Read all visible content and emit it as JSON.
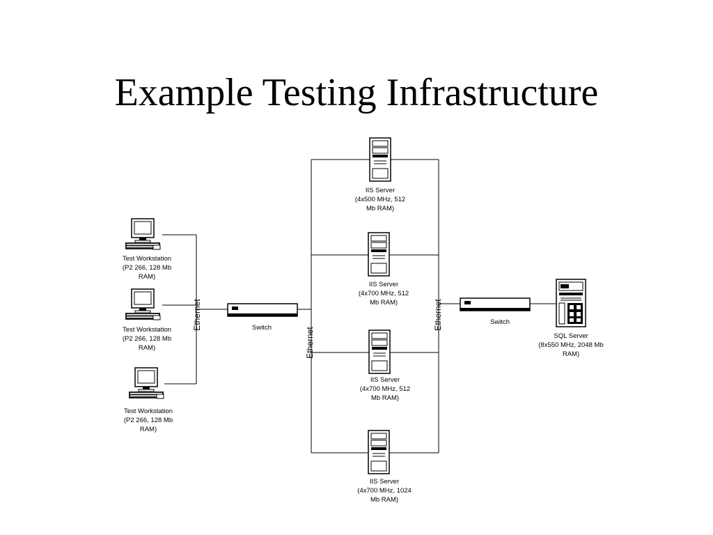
{
  "slide": {
    "title": "Example Testing Infrastructure"
  },
  "diagram": {
    "workstations": [
      {
        "name": "Test Workstation",
        "spec1": "(P2 266, 128 Mb",
        "spec2": "RAM)"
      },
      {
        "name": "Test Workstation",
        "spec1": "(P2 266, 128 Mb",
        "spec2": "RAM)"
      },
      {
        "name": "Test Workstation",
        "spec1": "(P2 266, 128 Mb",
        "spec2": "RAM)"
      }
    ],
    "iis_servers": [
      {
        "name": "IIS Server",
        "spec1": "(4x500 MHz, 512",
        "spec2": "Mb RAM)"
      },
      {
        "name": "IIS Server",
        "spec1": "(4x700 MHz, 512",
        "spec2": "Mb RAM)"
      },
      {
        "name": "IIS Server",
        "spec1": "(4x700 MHz, 512",
        "spec2": "Mb RAM)"
      },
      {
        "name": "IIS Server",
        "spec1": "(4x700 MHz, 1024",
        "spec2": "Mb RAM)"
      }
    ],
    "sql_server": {
      "name": "SQL Server",
      "spec1": "(8x550 MHz, 2048 Mb",
      "spec2": "RAM)"
    },
    "switches": [
      {
        "label": "Switch"
      },
      {
        "label": "Switch"
      }
    ],
    "ethernet_labels": [
      "Ethernet",
      "Ethernet",
      "Ethernet"
    ]
  }
}
